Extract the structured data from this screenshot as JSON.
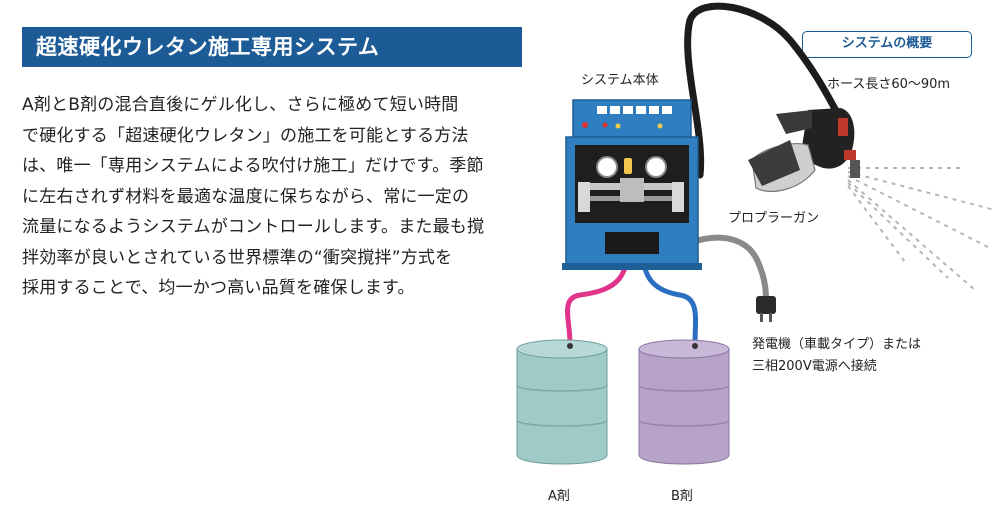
{
  "title": "超速硬化ウレタン施工専用システム",
  "description_lines": [
    "A剤とB剤の混合直後にゲル化し、さらに極めて短い時間",
    "で硬化する「超速硬化ウレタン」の施工を可能とする方法",
    "は、唯一「専用システムによる吹付け施工」だけです。季節",
    "に左右されず材料を最適な温度に保ちながら、常に一定の",
    "流量になるようシステムがコントロールします。また最も撹",
    "拌効率が良いとされている世界標準の“衝突撹拌”方式を",
    "採用することで、均一かつ高い品質を確保します。"
  ],
  "diagram": {
    "badge": "システムの概要",
    "main_unit_label": "システム本体",
    "hose_label": "ホース長さ60〜90m",
    "gun_label": "プロプラーガン",
    "power_label_line1": "発電機（車載タイプ）または",
    "power_label_line2": "三相200V電源へ接続",
    "drum_a_label": "A剤",
    "drum_b_label": "B剤"
  },
  "colors": {
    "title_bg": "#1c5b96",
    "unit_blue": "#2f7fc0",
    "drum_a": "#9fcac8",
    "drum_b": "#b7a3c8",
    "hose_a": "#e0358a",
    "hose_b": "#2a6fc2"
  }
}
